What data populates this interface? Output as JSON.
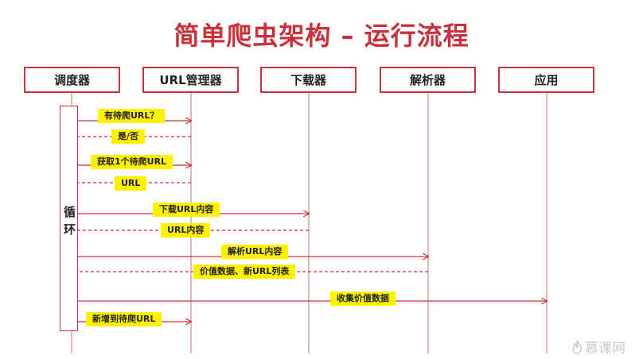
{
  "title": "简单爬虫架构 – 运行流程",
  "participants": [
    "调度器",
    "URL管理器",
    "下载器",
    "解析器",
    "应用"
  ],
  "loop_label": "循环",
  "messages": [
    {
      "label": "有待爬URL？",
      "from": 0,
      "to": 1,
      "style": "solid"
    },
    {
      "label": "是/否",
      "from": 1,
      "to": 0,
      "style": "dashed"
    },
    {
      "label": "获取1个待爬URL",
      "from": 0,
      "to": 1,
      "style": "solid"
    },
    {
      "label": "URL",
      "from": 1,
      "to": 0,
      "style": "dashed"
    },
    {
      "label": "下载URL内容",
      "from": 0,
      "to": 2,
      "style": "solid"
    },
    {
      "label": "URL内容",
      "from": 2,
      "to": 0,
      "style": "dashed"
    },
    {
      "label": "解析URL内容",
      "from": 0,
      "to": 3,
      "style": "solid"
    },
    {
      "label": "价值数据、新URL列表",
      "from": 3,
      "to": 0,
      "style": "dashed"
    },
    {
      "label": "收集价值数据",
      "from": 0,
      "to": 4,
      "style": "solid"
    },
    {
      "label": "新增到待爬URL",
      "from": 0,
      "to": 1,
      "style": "solid"
    }
  ],
  "colors": {
    "accent": "#c8323c",
    "label_bg": "#fff200",
    "lifeline": "#d9a0a4"
  },
  "brand": {
    "text": "慕课网",
    "icon": "flame-icon"
  }
}
